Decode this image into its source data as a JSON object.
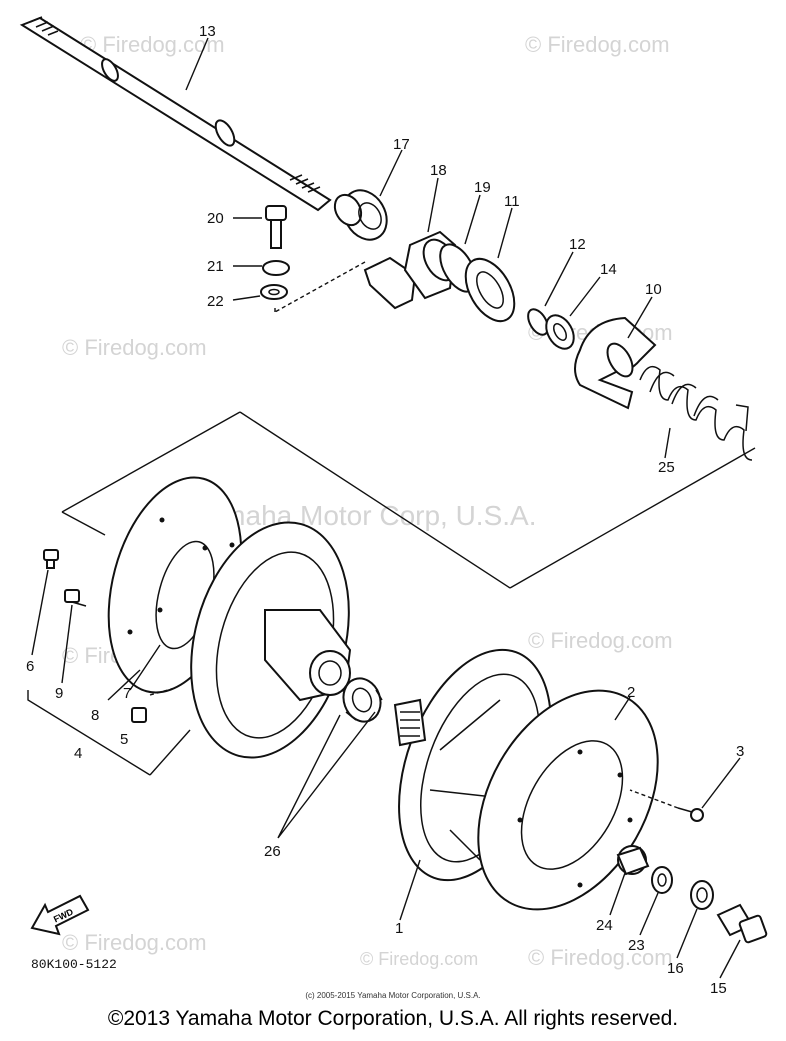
{
  "watermarks": [
    "© Firedog.com",
    "© Firedog.com",
    "© Firedog.com",
    "© Firedog.com",
    "© Firedog.com",
    "© Firedog.com",
    "© Firedog.com",
    "© Firedog.com",
    "© Firedog.com",
    "Yamaha Motor Corp, U.S.A."
  ],
  "callouts": [
    {
      "id": "c13",
      "label": "13"
    },
    {
      "id": "c17",
      "label": "17"
    },
    {
      "id": "c18",
      "label": "18"
    },
    {
      "id": "c19",
      "label": "19"
    },
    {
      "id": "c11",
      "label": "11"
    },
    {
      "id": "c12",
      "label": "12"
    },
    {
      "id": "c14",
      "label": "14"
    },
    {
      "id": "c10",
      "label": "10"
    },
    {
      "id": "c20",
      "label": "20"
    },
    {
      "id": "c21",
      "label": "21"
    },
    {
      "id": "c22",
      "label": "22"
    },
    {
      "id": "c25",
      "label": "25"
    },
    {
      "id": "c6",
      "label": "6"
    },
    {
      "id": "c9",
      "label": "9"
    },
    {
      "id": "c8",
      "label": "8"
    },
    {
      "id": "c7",
      "label": "7"
    },
    {
      "id": "c5",
      "label": "5"
    },
    {
      "id": "c4",
      "label": "4"
    },
    {
      "id": "c26",
      "label": "26"
    },
    {
      "id": "c2",
      "label": "2"
    },
    {
      "id": "c3",
      "label": "3"
    },
    {
      "id": "c1",
      "label": "1"
    },
    {
      "id": "c24",
      "label": "24"
    },
    {
      "id": "c23",
      "label": "23"
    },
    {
      "id": "c16",
      "label": "16"
    },
    {
      "id": "c15",
      "label": "15"
    }
  ],
  "fwd_label": "FWD",
  "part_code": "80K100-5122",
  "fine_print": "(c) 2005-2015 Yamaha Motor Corporation, U.S.A.",
  "footer": "©2013 Yamaha Motor Corporation, U.S.A. All rights reserved."
}
